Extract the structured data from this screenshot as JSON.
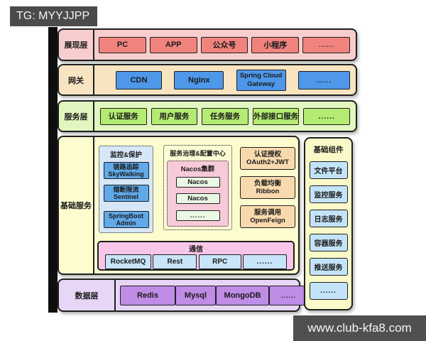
{
  "watermark_top": "TG: MYYJJPP",
  "watermark_bottom": "www.club-kfa8.com",
  "colors": {
    "presentation_bg": "#f7cecd",
    "presentation_box": "#f1837f",
    "gateway_bg": "#f9e4c1",
    "gateway_box": "#4e97e9",
    "service_bg": "#e2f6c0",
    "service_box": "#b4eb72",
    "foundation_bg": "#fcfccf",
    "monitor_bg": "#d7e7f7",
    "monitor_box": "#61a9e9",
    "cluster_bg": "#f7cada",
    "cluster_box": "#eaf8e3",
    "side_box": "#f9d9ae",
    "comm_bg": "#f8c6e9",
    "comm_box": "#c7e4f8",
    "data_bg": "#e7d6f6",
    "data_box": "#bf8ce6",
    "components_bg": "#fafac9",
    "components_box": "#c3e3f8",
    "badge_bg": "#4b4b4b"
  },
  "layers": {
    "presentation": {
      "label": "展现层",
      "boxes": [
        "PC",
        "APP",
        "公众号",
        "小程序",
        "......"
      ]
    },
    "gateway": {
      "label": "网关",
      "boxes": [
        "CDN",
        "Nginx",
        "Spring Cloud\nGateway",
        "......"
      ]
    },
    "service": {
      "label": "服务层",
      "boxes": [
        "认证服务",
        "用户服务",
        "任务服务",
        "外部接口服务",
        "......"
      ]
    },
    "foundation": {
      "label": "基础服务",
      "monitor": {
        "title": "监控&保护",
        "boxes": [
          "链路追踪\nSkyWalking",
          "熔断限流\nSentinel",
          "SpringBoot\nAdmin"
        ]
      },
      "governance": {
        "title": "服务治理&配置中心",
        "cluster": {
          "title": "Nacos集群",
          "boxes": [
            "Nacos",
            "Nacos",
            "......"
          ]
        }
      },
      "side": [
        "认证授权\nOAuth2+JWT",
        "负载均衡\nRibbon",
        "服务调用\nOpenFeign"
      ],
      "comm": {
        "title": "通信",
        "boxes": [
          "RocketMQ",
          "Rest",
          "RPC",
          "......"
        ]
      }
    },
    "data": {
      "label": "数据层",
      "boxes": [
        "Redis",
        "Mysql",
        "MongoDB",
        "......"
      ]
    },
    "components": {
      "title": "基础组件",
      "boxes": [
        "文件平台",
        "监控服务",
        "日志服务",
        "容器服务",
        "推送服务",
        "......"
      ]
    }
  }
}
